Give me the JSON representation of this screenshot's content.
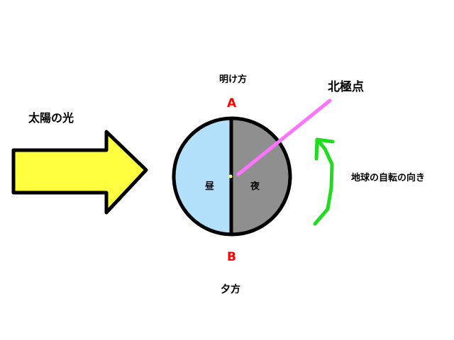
{
  "labels": {
    "sunlight": "太陽の光",
    "dawn": "明け方",
    "point_a": "A",
    "point_b": "B",
    "dusk": "夕方",
    "north_pole": "北極点",
    "day": "昼",
    "night": "夜",
    "rotation": "地球の自転の向き"
  },
  "colors": {
    "day_side": "#b3e0fb",
    "night_side": "#8f8f8f",
    "sun_arrow": "#ffff40",
    "north_axis": "#ff73ff",
    "rotation_arrow": "#1fdc1f",
    "point_labels": "#ff0000"
  }
}
